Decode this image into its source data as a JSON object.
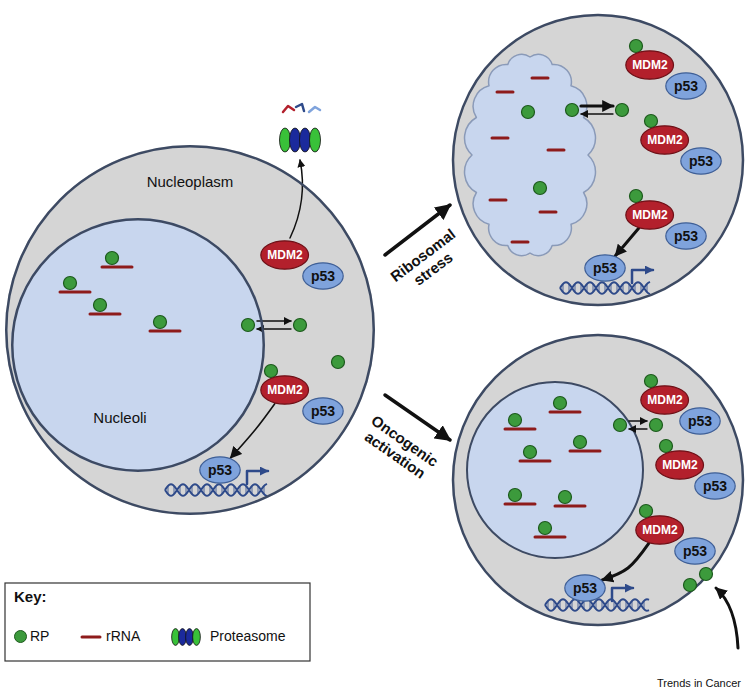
{
  "diagram": {
    "nodes": [
      {
        "text": [
          "Nucleoplasm"
        ]
      },
      {
        "text": [
          "Nucleoli"
        ],
        "in": 0
      },
      {
        "text": [
          "MDM2"
        ],
        "in": 0
      },
      {
        "text": [
          "p53"
        ],
        "in": 0
      },
      {
        "text": [
          "MDM2"
        ],
        "in": 0
      },
      {
        "text": [
          "p53"
        ],
        "in": 0
      },
      {
        "text": [
          "p53"
        ],
        "in": 0
      },
      {
        "text": [
          "MDM2"
        ]
      },
      {
        "text": [
          "p53"
        ]
      },
      {
        "text": [
          "MDM2"
        ]
      },
      {
        "text": [
          "p53"
        ]
      },
      {
        "text": [
          "MDM2"
        ]
      },
      {
        "text": [
          "p53"
        ]
      },
      {
        "text": [
          "p53"
        ]
      },
      {
        "text": [
          "MDM2"
        ]
      },
      {
        "text": [
          "p53"
        ]
      },
      {
        "text": [
          "MDM2"
        ]
      },
      {
        "text": [
          "p53"
        ]
      },
      {
        "text": [
          "MDM2"
        ]
      },
      {
        "text": [
          "p53"
        ]
      },
      {
        "text": [
          "p53"
        ]
      }
    ],
    "edges": [
      {
        "from": 4,
        "to": 6,
        "arrow": "to"
      },
      {
        "from": 11,
        "to": 13,
        "arrow": "to"
      },
      {
        "from": 18,
        "to": 20,
        "arrow": "to"
      }
    ],
    "labels": [
      "Ribosomal stress",
      "Oncogenic activation",
      "Key:",
      "Trends in Cancer"
    ],
    "legend": [
      {
        "text": "RP",
        "color": "#3c9a3c"
      },
      {
        "text": "rRNA"
      },
      {
        "text": "Proteasome"
      }
    ]
  }
}
